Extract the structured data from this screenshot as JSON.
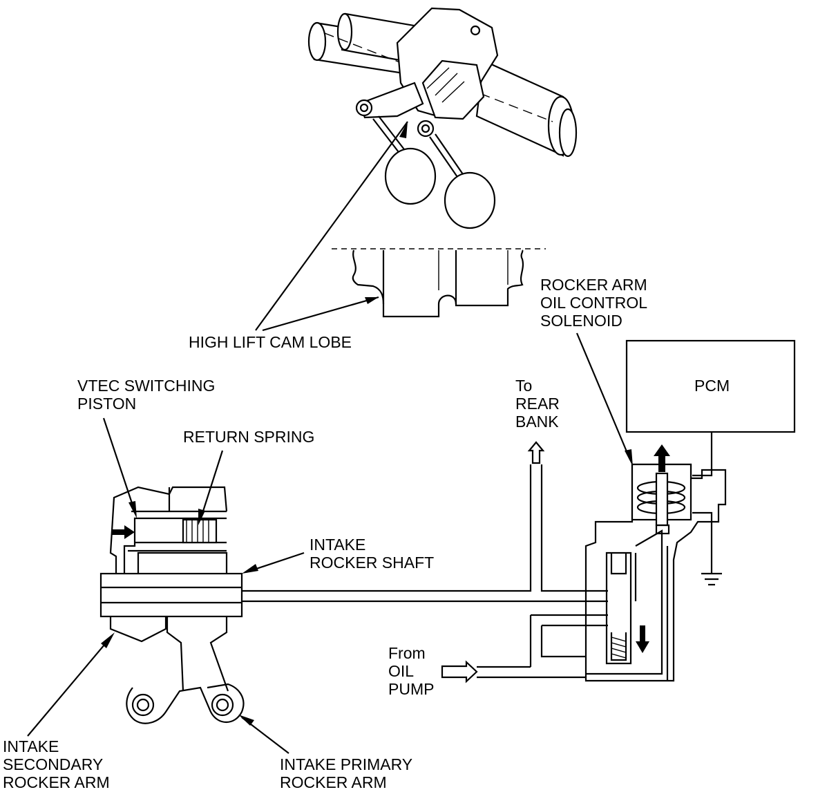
{
  "labels": {
    "high_lift_cam_lobe": "HIGH LIFT CAM LOBE",
    "rocker_arm_oil_control_solenoid": [
      "ROCKER ARM",
      "OIL CONTROL",
      "SOLENOID"
    ],
    "pcm": "PCM",
    "vtec_switching_piston": [
      "VTEC SWITCHING",
      "PISTON"
    ],
    "return_spring": "RETURN SPRING",
    "to_rear_bank": [
      "To",
      "REAR",
      "BANK"
    ],
    "intake_rocker_shaft": [
      "INTAKE",
      "ROCKER SHAFT"
    ],
    "from_oil_pump": [
      "From",
      "OIL",
      "PUMP"
    ],
    "intake_secondary_rocker_arm": [
      "INTAKE",
      "SECONDARY",
      "ROCKER ARM"
    ],
    "intake_primary_rocker_arm": [
      "INTAKE PRIMARY",
      "ROCKER ARM"
    ]
  },
  "icons": [
    "camshaft-assembly-icon",
    "valve-icon",
    "cam-lobe-profile-icon",
    "solenoid-coil-icon",
    "ground-symbol-icon",
    "flow-arrow-icon"
  ]
}
